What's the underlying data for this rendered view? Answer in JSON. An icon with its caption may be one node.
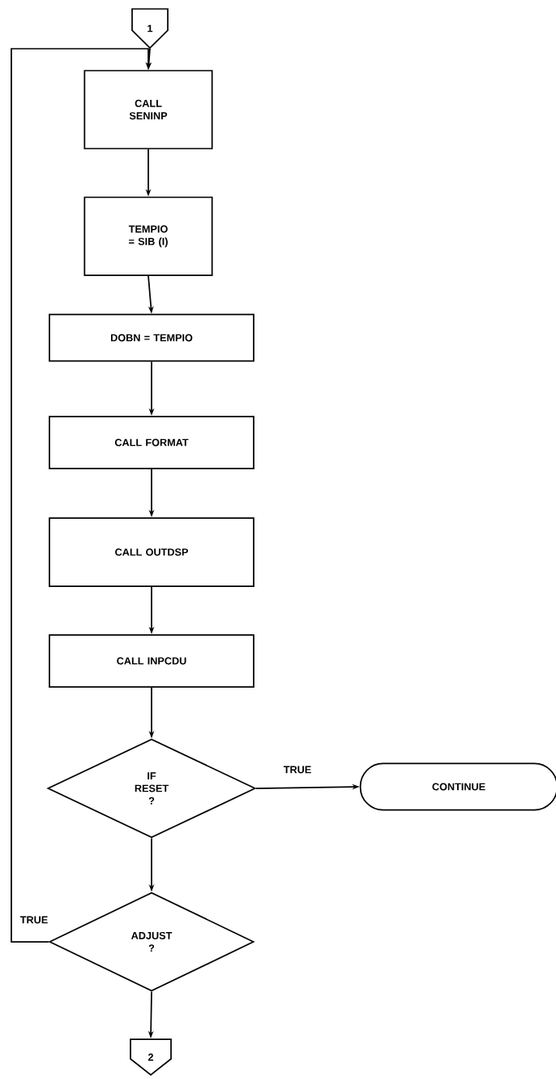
{
  "diagram": {
    "nodes": [
      {
        "text": [
          "1"
        ]
      },
      {
        "text": [
          "CALL SENINP"
        ]
      },
      {
        "text": [
          "TEMPIO = SIB (I)"
        ]
      },
      {
        "text": [
          "DOBN = TEMPIO"
        ]
      },
      {
        "text": [
          "CALL FORMAT"
        ]
      },
      {
        "text": [
          "CALL OUTDSP"
        ]
      },
      {
        "text": [
          "CALL INPCDU"
        ]
      },
      {
        "text": [
          "IF RESET ?"
        ]
      },
      {
        "text": [
          "CONTINUE"
        ]
      },
      {
        "text": [
          "ADJUST ?"
        ]
      },
      {
        "text": [
          "2"
        ]
      }
    ],
    "edges": [
      {
        "from": 0,
        "to": 1,
        "arrow": "to"
      },
      {
        "from": 1,
        "to": 2,
        "arrow": "to"
      },
      {
        "from": 2,
        "to": 3,
        "arrow": "to"
      },
      {
        "from": 3,
        "to": 4,
        "arrow": "to"
      },
      {
        "from": 4,
        "to": 5,
        "arrow": "to"
      },
      {
        "from": 5,
        "to": 6,
        "arrow": "to"
      },
      {
        "from": 6,
        "to": 7,
        "arrow": "to"
      },
      {
        "from": 7,
        "to": 8,
        "arrow": "to",
        "label": "TRUE"
      },
      {
        "from": 7,
        "to": 9,
        "arrow": "to"
      },
      {
        "from": 9,
        "to": 1,
        "arrow": "to",
        "label": "TRUE"
      },
      {
        "from": 9,
        "to": 10,
        "arrow": "to"
      }
    ]
  }
}
